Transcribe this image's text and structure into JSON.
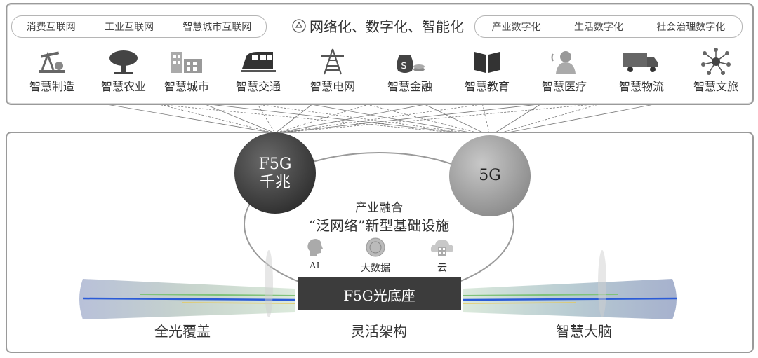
{
  "top": {
    "left_pill": [
      "消费互联网",
      "工业互联网",
      "智慧城市互联网"
    ],
    "banner": "网络化、数字化、智能化",
    "right_pill": [
      "产业数字化",
      "生活数字化",
      "社会治理数字化"
    ],
    "apps": [
      {
        "label": "智慧制造",
        "icon": "oil-pump-icon"
      },
      {
        "label": "智慧农业",
        "icon": "tree-icon"
      },
      {
        "label": "智慧城市",
        "icon": "buildings-icon"
      },
      {
        "label": "智慧交通",
        "icon": "train-icon"
      },
      {
        "label": "智慧电网",
        "icon": "power-tower-icon"
      },
      {
        "label": "智慧金融",
        "icon": "money-bag-icon"
      },
      {
        "label": "智慧教育",
        "icon": "book-icon"
      },
      {
        "label": "智慧医疗",
        "icon": "doctor-icon"
      },
      {
        "label": "智慧物流",
        "icon": "truck-icon"
      },
      {
        "label": "智慧文旅",
        "icon": "network-hub-icon"
      }
    ]
  },
  "bottom": {
    "f5g_line1": "F5G",
    "f5g_line2": "千兆",
    "g5": "5G",
    "fusion": "产业融合",
    "infra": "“泛网络”新型基础设施",
    "tech": [
      {
        "label": "AI",
        "icon": "head-icon"
      },
      {
        "label": "大数据",
        "icon": "disc-icon"
      },
      {
        "label": "云",
        "icon": "cloud-server-icon"
      }
    ],
    "base": "F5G光底座",
    "foot_left": "全光覆盖",
    "foot_mid": "灵活架构",
    "foot_right": "智慧大脑"
  },
  "colors": {
    "panel_border": "#9a9a9a",
    "dark_node": "#3a3a3a",
    "light_node": "#8e8e8e",
    "base_bar": "#3c3c3c",
    "fiber_blue": "#2a5bd7"
  }
}
